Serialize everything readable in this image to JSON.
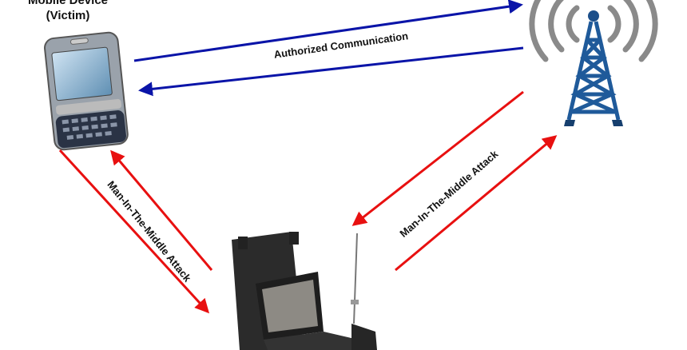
{
  "victim": {
    "title_line1": "Mobile Device",
    "title_line2": "(Victim)"
  },
  "labels": {
    "authorized": "Authorized Communication",
    "mitm_left": "Man-In-The-Middle Attack",
    "mitm_right": "Man-In-The-Middle Attack"
  },
  "colors": {
    "authorized": "#0a14a8",
    "attack": "#e81010"
  }
}
